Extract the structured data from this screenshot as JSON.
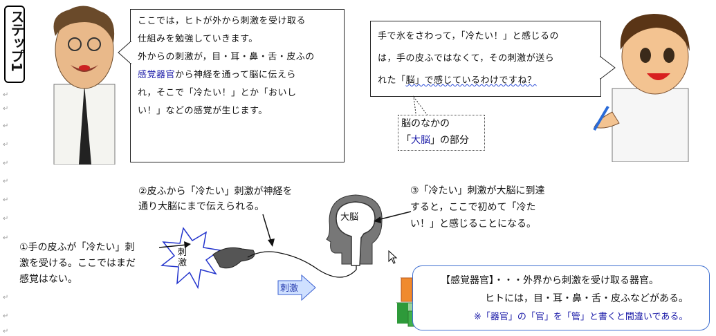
{
  "step_badge": "ステップ1",
  "teacher_bubble": {
    "line1": "ここでは，ヒトが外から刺激を受け取る",
    "line2": "仕組みを勉強していきます。",
    "line3": "外からの刺激が，目・耳・鼻・舌・皮ふの",
    "line4_blue": "感覚器官",
    "line4_rest": "から神経を通って脳に伝えら",
    "line5": "れ，そこで「冷たい！」とか「おいし",
    "line6": "い！」などの感覚が生じます。"
  },
  "student_bubble": {
    "line1": "手で氷をさわって，「冷たい！」と感じるの",
    "line2": "は，手の皮ふではなくて，その刺激が送ら",
    "line3a": "れた「",
    "line3b": "脳",
    "line3c": "」で感じているわけですね？"
  },
  "brain_callout": {
    "line1": "脳のなかの",
    "line2a": "「",
    "line2b": "大脳",
    "line2c": "」の部分"
  },
  "step1_text": {
    "line1": "①手の皮ふが「冷たい」刺",
    "line2": "激を受ける。ここではまだ",
    "line3": "感覚はない。"
  },
  "step2_text": {
    "line1": "②皮ふから「冷たい」刺激が神経を",
    "line2": "通り大脳にまで伝えられる。"
  },
  "step3_text": {
    "line1": "③「冷たい」刺激が大脳に到達",
    "line2": "すると，ここで初めて「冷た",
    "line3": "い！」と感じることになる。"
  },
  "diagram": {
    "stimulus_label": "刺激",
    "arrow_label": "刺激",
    "brain_label": "大脳"
  },
  "definition_box": {
    "line1": "【感覚器官】・・・外界から刺激を受け取る器官。",
    "line2": "ヒトには，目・耳・鼻・舌・皮ふなどがある。",
    "line3": "※「器官」の「官」を「管」と書くと間違いである。"
  },
  "colors": {
    "accent_blue": "#1a1aa8",
    "note_border": "#3e6fd0",
    "arrow_fill": "#cfe0ff",
    "burst_stroke": "#2233cc",
    "book_orange": "#e87a1e",
    "book_green": "#2e9a3a"
  },
  "icons": [
    "teacher-illustration",
    "student-illustration",
    "hand-icon",
    "brain-head-icon",
    "books-icon",
    "mouse-cursor-icon"
  ]
}
